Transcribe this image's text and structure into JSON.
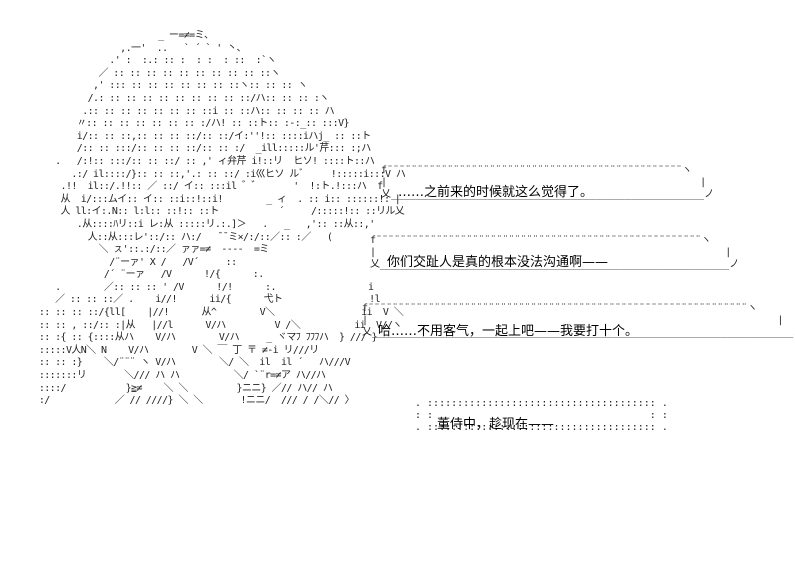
{
  "ascii_art": {
    "character": [
      "                        _ ー=≠=ミ、",
      "                 ,.一'  ..   ` ´ ` ' 丶、",
      "               .' :  :.: :: :  : :  : ::  :`ヽ",
      "             ／ :: :: :: :: :: :: :: :: :: ::ヽ",
      "            ,' ::: :: :: :: :: :: :: ::ヽ:: :: :: ヽ",
      "           /.: :: :: :: :: :: :: :: :: ::/ハ:: :: :: :ヽ",
      "          .:: :: :: :: :: :: :: ::i :: ::ハ:: :: :: :: ハ",
      "         〃:: :: :: :: :: :: :: :/ハ! :: ::ト:: :-:_:: :::V}",
      "         i/:: :: ::,:: :: :: ::/:: ::/イ:''!:: ::::iハj_ :: ::ト",
      "         /:: :: :::/:: :: :: ::/:: :: :/  _ill:::::ル'芹::: :;ハ",
      "     .   /:!:: :::/:: :: ::/ :: ,' ィ弁芹 i!::リ  ヒソ! ::::ト::ハ",
      "        .:/ il::::/}:: :: ::,'.: :: ::/ :i巛ヒソ ルﾞ     !:::::i:::V ハ",
      "      .!!  il::/.!!:: ／ ::/ イ:: :::il ゛゛      '  !:ト.!:::ハ  f",
      "      从  i/:::ムイ:: イ:: ::i::!::i!        _ ィ  . :: i:: ::::::!: |",
      "      人 ll:イ:.N:: l:l:: ::!:: ::ト           ´     /:::::!:: ::リル乂",
      "         .从::::ﾊリ::i レ:从 :::::リ.:.]＞   .   _   ,':: ::从::,'",
      "           人::从:::レ'::/:: ハ:/   ¯¯ミ×/:/::／:: :／   (",
      "             ＼ ㇲ'::.:/::／ ァァ=≠  ----  =ミ",
      "               /¨ーァ' X /   /V´     ::",
      "              /´ ¨ーァ   /V      !/{      :.",
      "     .        ／:: :: :: ' /V      !/!      :.                 i",
      "     ／ :: :: ::／ .    i//!      ii/{      弋ト                !l",
      "  :: :: :: ::/{ll[    |//!      从^        V＼                ii  V ＼",
      "  :: :: , ::/:: :|从   |//l      V/ハ         V /＼          ii  V//ヽ",
      "  :: :{ :: {::::从ハ    V/ハ        V/ハ     _ ヾマﾌ ﾌﾌﾌハ  } /// }",
      "  :::::V人N＼ N    V/ハ        V ＼ ￣ 丁 〒 ≠-i リ///リ",
      "  :: :: :}    ＼/¨¨¨ ヽ V/ハ        ＼/ ＼  il  il ´   ハ///V",
      "  :::::::リ       ＼/// ハ ハ          ＼/ `¨r=≠ア ハ//ハ",
      "  ::::/           }≧≠    ＼ ＼         }ニニ} ／// ハ// ハ",
      "  :/            ／ // ////} ＼ ＼       !ニニ/  /// / /＼// 〉"
    ]
  },
  "dialogue": [
    {
      "speaker": "character",
      "text": "……之前来的时候就这么觉得了。"
    },
    {
      "speaker": "character",
      "text": "你们交趾人是真的根本没法沟通啊——"
    },
    {
      "speaker": "character",
      "text": "哈……不用客气，一起上吧——我要打十个。"
    }
  ],
  "narration": {
    "text": "董侍中，趁现在——"
  },
  "bubble_frames": [
    [
      "f¨¨¨¨¨¨¨¨¨¨¨¨¨¨¨¨¨¨¨¨¨¨¨¨¨¨¨¨¨¨¨¨¨¨¨¨¨¨¨¨¨¨¨¨¨¨¨¨¨ヽ",
      "|                                                    |",
      "乂____________________________________________________ノ"
    ],
    [
      "f¨¨¨¨¨¨¨¨¨¨¨¨¨¨¨¨¨¨¨¨¨¨¨¨¨¨¨¨¨¨¨¨¨¨¨¨¨¨¨¨¨¨¨¨¨¨¨¨¨¨¨¨¨¨ヽ",
      "|                                                          |",
      "乂__________________________________________________________ノ"
    ],
    [
      "f¨¨¨¨¨¨¨¨¨¨¨¨¨¨¨¨¨¨¨¨¨¨¨¨¨¨¨¨¨¨¨¨¨¨¨¨¨¨¨¨¨¨¨¨¨¨¨¨¨¨¨¨¨¨¨¨¨¨¨¨¨¨¨ヽ",
      "|                                                                    |",
      "乂______________________________________________________________________ノ"
    ]
  ],
  "narration_frame": [
    ". :::::::::::::::::::::::::::::::::::::: .",
    ": :                                    : :",
    ". :::::::::::::::::::::::::::::::::::::: ."
  ]
}
